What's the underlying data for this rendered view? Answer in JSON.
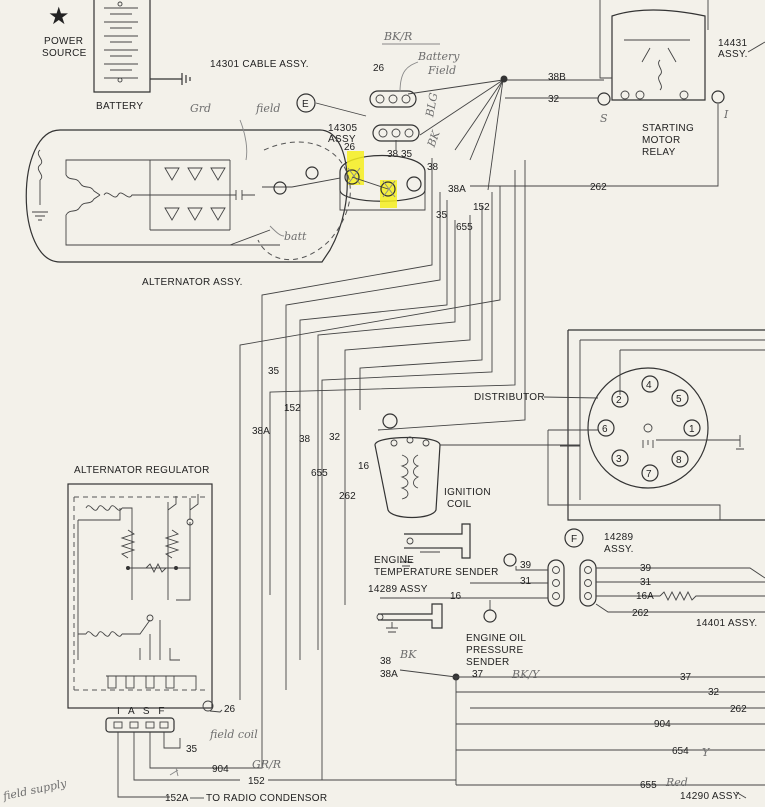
{
  "labels": {
    "power_source": [
      "POWER",
      "SOURCE"
    ],
    "battery": "BATTERY",
    "cable_assy": "14301 CABLE ASSY.",
    "starter_assy": [
      "14431",
      "ASSY."
    ],
    "starting_motor_relay": [
      "STARTING",
      "MOTOR",
      "RELAY"
    ],
    "assy_14305": [
      "14305",
      "ASSY"
    ],
    "e_marker": "E",
    "alternator_assy": "ALTERNATOR ASSY.",
    "distributor": "DISTRIBUTOR",
    "ignition_coil": [
      "IGNITION",
      "COIL"
    ],
    "alternator_regulator": "ALTERNATOR REGULATOR",
    "engine_temp_sender": [
      "ENGINE",
      "TEMPERATURE SENDER"
    ],
    "assy_14289_left": "14289 ASSY",
    "assy_14289_right": [
      "14289",
      "ASSY."
    ],
    "f_marker": "F",
    "engine_oil_sender": [
      "ENGINE OIL",
      "PRESSURE",
      "SENDER"
    ],
    "assy_14401": "14401 ASSY.",
    "assy_14290": "14290 ASSY.",
    "radio_condensor": "TO RADIO CONDENSOR",
    "regulator_terminals": "I A S F",
    "relay_s": "S",
    "relay_i": "I"
  },
  "wire_numbers": {
    "w26_top": "26",
    "w38b": "38B",
    "w32_top": "32",
    "w26_mid": "26",
    "w38_mid": "38",
    "w35_mid": "35",
    "w38_vert": "38",
    "w38a_vert": "38A",
    "w152_vert": "152",
    "w35_vert": "35",
    "w655_vert": "655",
    "w262_mid": "262",
    "w35_left": "35",
    "w152_left": "152",
    "w38a_left": "38A",
    "w38_left": "38",
    "w32_left": "32",
    "w655_left": "655",
    "w262_left": "262",
    "w16_left": "16",
    "w39_a": "39",
    "w31_a": "31",
    "w16_bot": "16",
    "w39_b": "39",
    "w31_b": "31",
    "w16a": "16A",
    "w262_b": "262",
    "w38_bot": "38",
    "w38a_bot": "38A",
    "w37_bot": "37",
    "w37_right": "37",
    "w32_right": "32",
    "w262_right": "262",
    "w904_right": "904",
    "w654_right": "654",
    "w655_right": "655",
    "w26_reg": "26",
    "w35_reg": "35",
    "w904_reg": "904",
    "w152_reg": "152",
    "w152a_reg": "152A"
  },
  "distributor_numbers": [
    "1",
    "2",
    "3",
    "4",
    "5",
    "6",
    "7",
    "8"
  ],
  "handwritten": {
    "bkr": "BK/R",
    "battery_field": [
      "Battery",
      "Field"
    ],
    "blg": "BLG",
    "bk": "BK",
    "grd": "Grd",
    "field": "field",
    "batt": "batt",
    "bk_low": "BK",
    "bky": "BK/Y",
    "gr_r": "GR/R",
    "field_coil": "field coil",
    "field_supply": "field supply",
    "y": "Y",
    "red": "Red"
  },
  "colors": {
    "highlight": "#f5ee1e",
    "ink": "#333333",
    "pencil": "#888888"
  }
}
